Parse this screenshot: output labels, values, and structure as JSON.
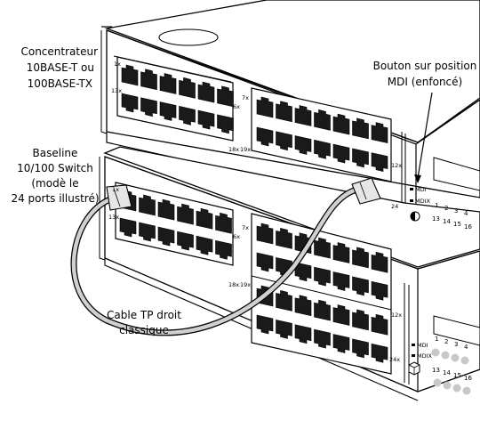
{
  "callouts": {
    "hub": [
      "Concentrateur",
      "10BASE-T ou",
      "100BASE-TX"
    ],
    "button": [
      "Bouton sur position",
      "MDI (enfoncé)"
    ],
    "switch": [
      "Baseline",
      "10/100 Switch",
      "(modè le",
      "24 ports illustré)"
    ],
    "cable": [
      "Cable TP droit",
      "classique"
    ]
  },
  "top_unit": {
    "port_labels": [
      "1x",
      "13x",
      "6x",
      "7x",
      "18x",
      "19x",
      "12x",
      "24"
    ],
    "mdi_label": "MDI",
    "mdix_label": "MDIX",
    "led_numbers": [
      "1",
      "2",
      "3",
      "4",
      "13",
      "14",
      "15",
      "16"
    ]
  },
  "bottom_unit": {
    "port_labels": [
      "1x",
      "13x",
      "6x",
      "7x",
      "18x",
      "19x",
      "12x",
      "24x"
    ],
    "mdi_label": "MDI",
    "mdix_label": "MDIX",
    "led_numbers": [
      "1",
      "2",
      "3",
      "4",
      "13",
      "14",
      "15",
      "16"
    ]
  }
}
